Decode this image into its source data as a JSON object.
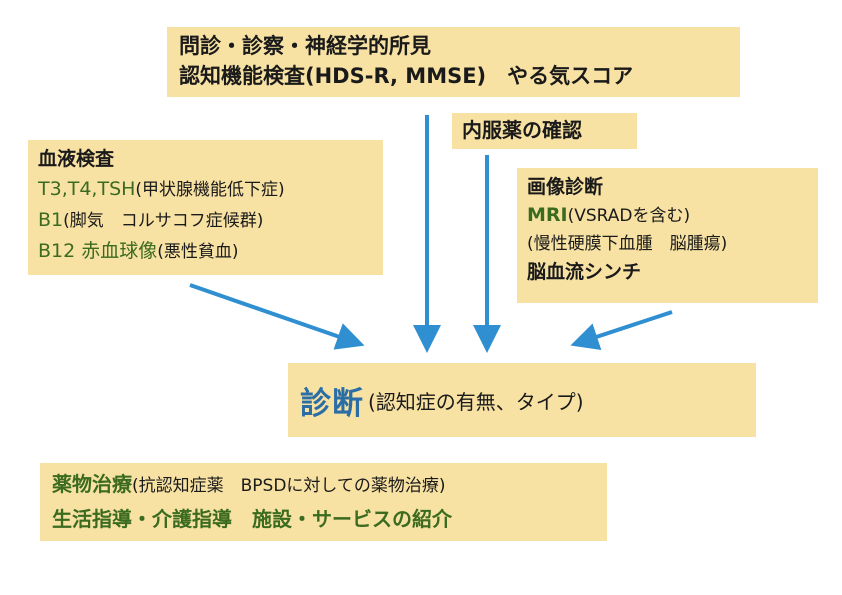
{
  "colors": {
    "box_background": "#f7e2a3",
    "arrow": "#2f8fd0",
    "diagnosis_title": "#2b6ea6",
    "green_text": "#3b6b1f"
  },
  "exam": {
    "line1": "問診・診察・神経学的所見",
    "line2": "認知機能検査(HDS-R, MMSE)　やる気スコア"
  },
  "meds": {
    "title": "内服薬の確認"
  },
  "blood": {
    "title": "血液検査",
    "line1_main": "T3,T4,TSH",
    "line1_sub": "(甲状腺機能低下症)",
    "line2_main": "B1",
    "line2_sub": "(脚気　コルサコフ症候群)",
    "line3_main": "B12 赤血球像",
    "line3_sub": "(悪性貧血)"
  },
  "imaging": {
    "title": "画像診断",
    "line1_main": "MRI",
    "line1_sub": "(VSRADを含む)",
    "line2": "(慢性硬膜下血腫　脳腫瘍)",
    "line3": "脳血流シンチ"
  },
  "diagnosis": {
    "title": "診断",
    "subtitle": "(認知症の有無、タイプ)"
  },
  "treatment": {
    "line1_main": "薬物治療",
    "line1_sub": "(抗認知症薬　BPSDに対しての薬物治療)",
    "line2": "生活指導・介護指導　施設・サービスの紹介"
  }
}
